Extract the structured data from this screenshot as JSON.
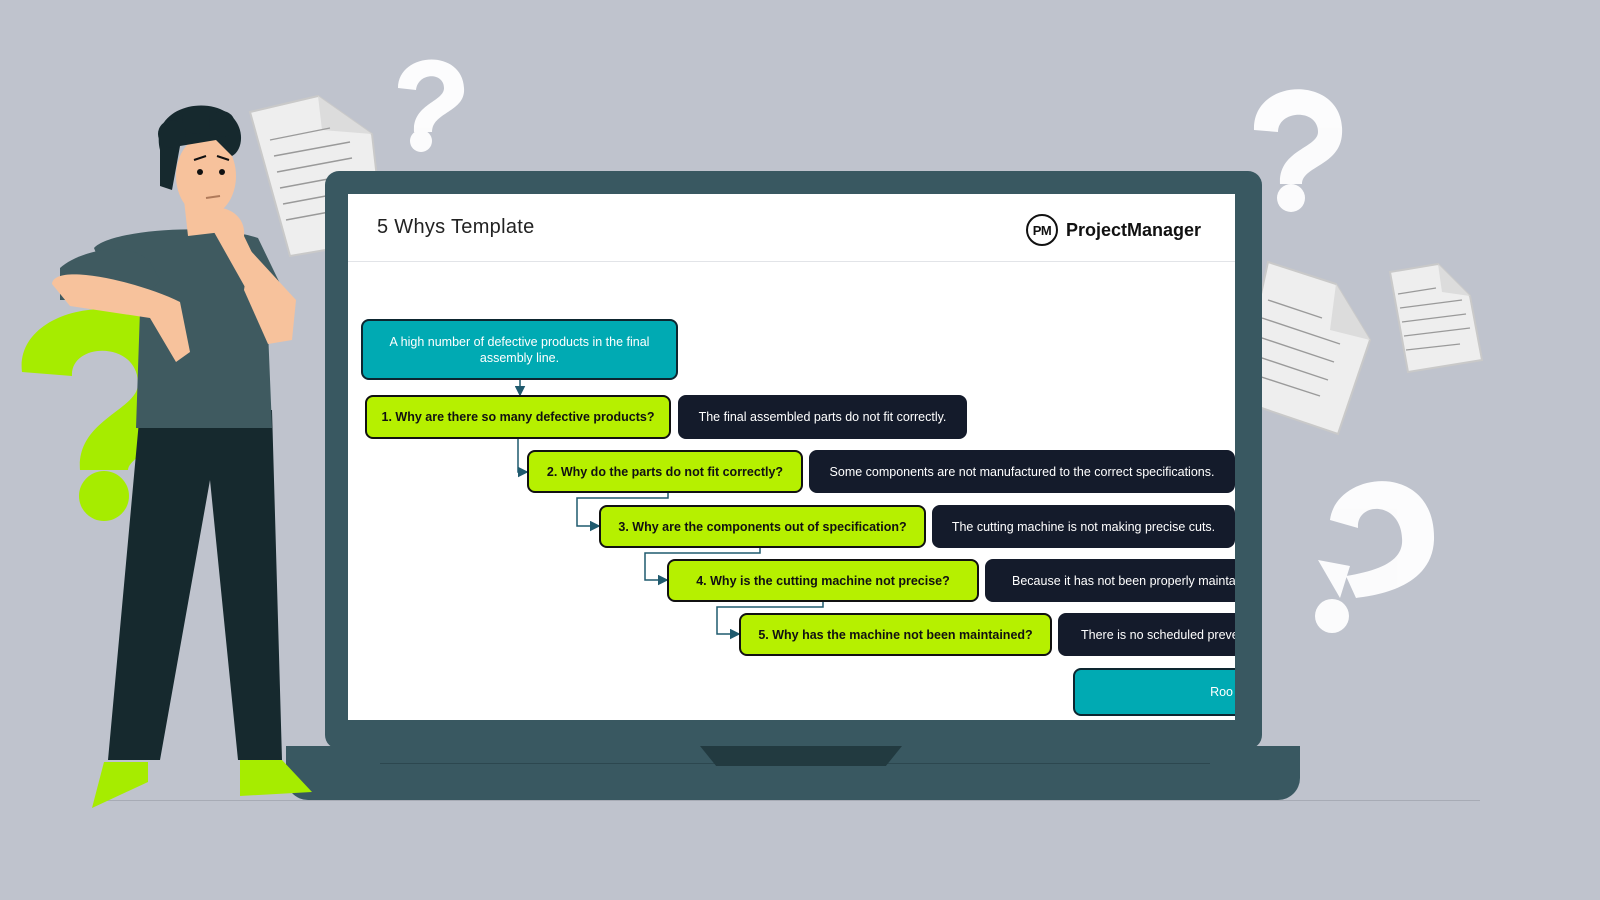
{
  "screen": {
    "title": "5 Whys Template",
    "logo": {
      "mark": "PM",
      "name": "ProjectManager"
    }
  },
  "diagram": {
    "problem": "A high number of defective products in the final assembly line.",
    "whys": [
      {
        "question": "1. Why are there so many defective products?",
        "answer": "The final assembled parts do not fit correctly."
      },
      {
        "question": "2. Why do the parts do not fit correctly?",
        "answer": "Some components are not manufactured to the correct specifications."
      },
      {
        "question": "3. Why are the components out of specification?",
        "answer": "The cutting machine is not making precise cuts."
      },
      {
        "question": "4. Why is the cutting machine not precise?",
        "answer": "Because it has not been properly maintai"
      },
      {
        "question": "5. Why has the machine not been maintained?",
        "answer": "There is no scheduled preve"
      }
    ],
    "root_label": "Roo"
  },
  "colors": {
    "background": "#bfc3cd",
    "laptop": "#395861",
    "problem_box": "#00aab3",
    "why_box": "#b6f000",
    "answer_box": "#141b2b",
    "accent_green": "#b6f000",
    "connector": "#1f5a6e"
  },
  "icons": [
    "question-mark-icon",
    "document-icon",
    "person-illustration",
    "projectmanager-logo-icon"
  ]
}
